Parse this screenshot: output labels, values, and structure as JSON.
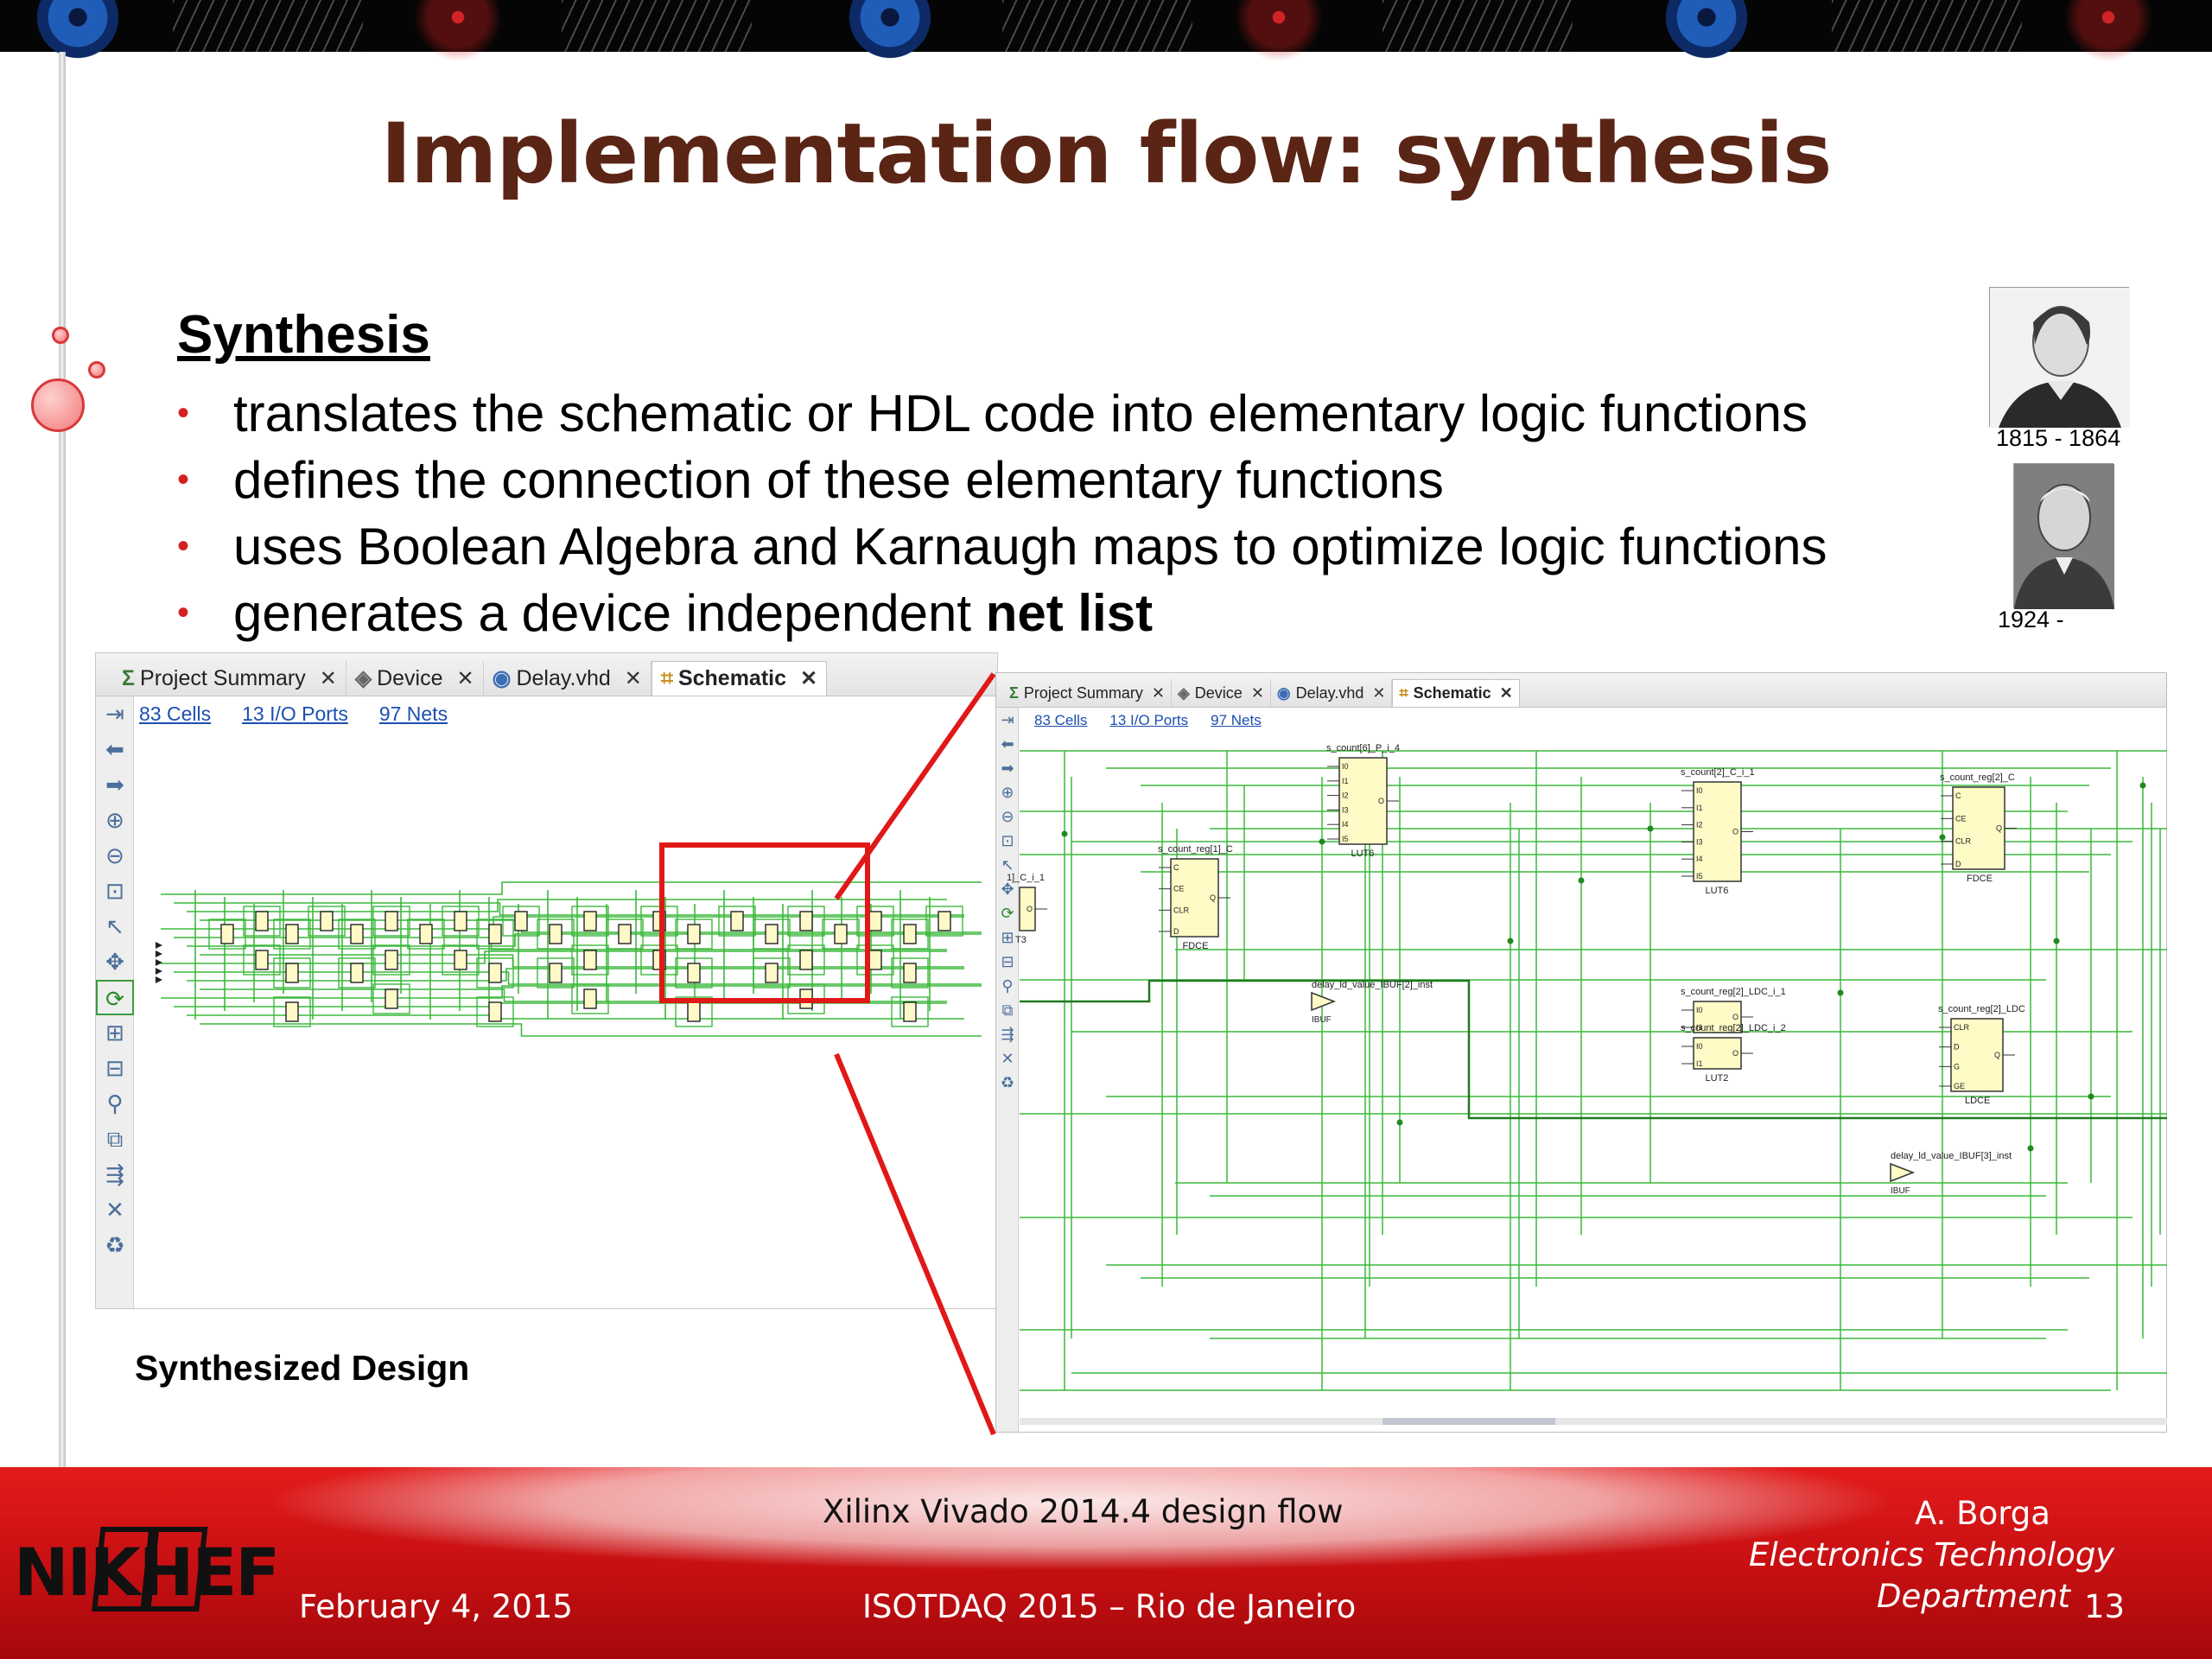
{
  "slide": {
    "title": "Implementation flow: synthesis",
    "section_heading": "Synthesis",
    "bullets": [
      {
        "text": "translates the schematic or HDL code into elementary logic functions",
        "bold": ""
      },
      {
        "text": "defines the connection of these elementary functions",
        "bold": ""
      },
      {
        "text": "uses Boolean Algebra and Karnaugh maps to optimize logic functions",
        "bold": ""
      },
      {
        "text": "generates a device independent ",
        "bold": "net list"
      }
    ],
    "portraits": [
      {
        "caption": "1815 - 1864"
      },
      {
        "caption": "1924 -"
      }
    ],
    "synth_label": "Synthesized Design"
  },
  "vivado_left": {
    "tabs": [
      {
        "label": "Project Summary",
        "icon": "sigma-icon"
      },
      {
        "label": "Device",
        "icon": "device-icon"
      },
      {
        "label": "Delay.vhd",
        "icon": "vhdl-file-icon"
      },
      {
        "label": "Schematic",
        "icon": "schematic-icon",
        "active": true
      }
    ],
    "links": [
      "83 Cells",
      "13 I/O Ports",
      "97 Nets"
    ],
    "toolbar_icons": [
      "collapse-icon",
      "back-arrow-icon",
      "forward-arrow-icon",
      "zoom-in-icon",
      "zoom-out-icon",
      "zoom-fit-icon",
      "select-icon",
      "pan-icon",
      "refresh-icon",
      "expand-icon",
      "collapse-box-icon",
      "search-icon",
      "copy-icon",
      "route-icon",
      "delete-icon",
      "regenerate-icon"
    ]
  },
  "vivado_right": {
    "tabs": [
      {
        "label": "Project Summary",
        "icon": "sigma-icon"
      },
      {
        "label": "Device",
        "icon": "device-icon"
      },
      {
        "label": "Delay.vhd",
        "icon": "vhdl-file-icon"
      },
      {
        "label": "Schematic",
        "icon": "schematic-icon",
        "active": true
      }
    ],
    "links": [
      "83 Cells",
      "13 I/O Ports",
      "97 Nets"
    ],
    "cells": [
      {
        "name": "s_count[6]_P_i_4",
        "type": "LUT6",
        "pins": [
          "I0",
          "I1",
          "I2",
          "I3",
          "I4",
          "I5"
        ],
        "out": "O"
      },
      {
        "name": "s_count[2]_C_i_1",
        "type": "LUT6",
        "pins": [
          "I0",
          "I1",
          "I2",
          "I3",
          "I4",
          "I5"
        ],
        "out": "O"
      },
      {
        "name": "s_count_reg[2]_C",
        "type": "FDCE",
        "pins": [
          "C",
          "CE",
          "CLR",
          "D"
        ],
        "out": "Q"
      },
      {
        "name": "s_count_reg[1]_C",
        "type": "FDCE",
        "pins": [
          "C",
          "CE",
          "CLR",
          "D"
        ],
        "out": "Q"
      },
      {
        "name": "1]_C_i_1",
        "type": "T3",
        "pins": [],
        "out": "O"
      },
      {
        "name": "s_count_reg[2]_LDC_i_1",
        "type": "LUT2",
        "pins": [
          "I0",
          "I1"
        ],
        "out": "O"
      },
      {
        "name": "s_count_reg[2]_LDC_i_2",
        "type": "LUT2",
        "pins": [
          "I0",
          "I1"
        ],
        "out": "O"
      },
      {
        "name": "s_count_reg[2]_LDC",
        "type": "LDCE",
        "pins": [
          "CLR",
          "D",
          "G",
          "GE"
        ],
        "out": "Q"
      }
    ],
    "buffers": [
      {
        "name": "delay_ld_value_IBUF[2]_inst",
        "type": "IBUF"
      },
      {
        "name": "delay_ld_value_IBUF[3]_inst",
        "type": "IBUF"
      }
    ]
  },
  "footer": {
    "course": "Xilinx Vivado 2014.4 design flow",
    "date": "February 4, 2015",
    "event": "ISOTDAQ 2015 – Rio de Janeiro",
    "author": "A. Borga",
    "dept_line1": "Electronics Technology",
    "dept_line2": "Department",
    "page": "13",
    "logo": "NIKHEF"
  },
  "colors": {
    "title": "#5a2515",
    "bullet": "#d32020",
    "wire": "#3cb83c",
    "footer_red": "#d0141a",
    "zoom_box": "#e01818"
  }
}
